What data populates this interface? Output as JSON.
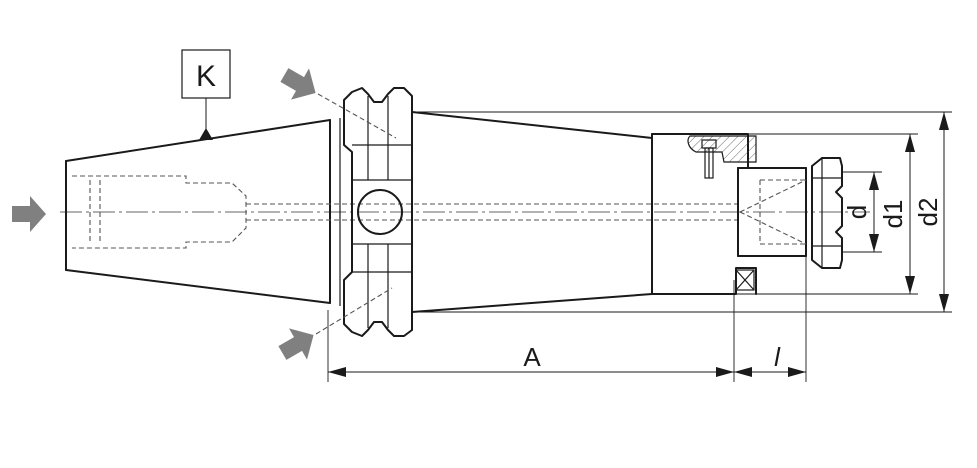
{
  "labels": {
    "K": "K",
    "A": "A",
    "l": "l",
    "d": "d",
    "d1": "d1",
    "d2": "d2"
  },
  "colors": {
    "line": "#1a1a1a",
    "force_arrow": "#808080",
    "background": "#ffffff"
  },
  "icons": {
    "force_arrow_left": "arrow-right-icon",
    "force_arrow_top": "arrow-down-right-icon",
    "force_arrow_bottom": "arrow-up-right-icon",
    "surface_marker": "triangle-icon"
  }
}
